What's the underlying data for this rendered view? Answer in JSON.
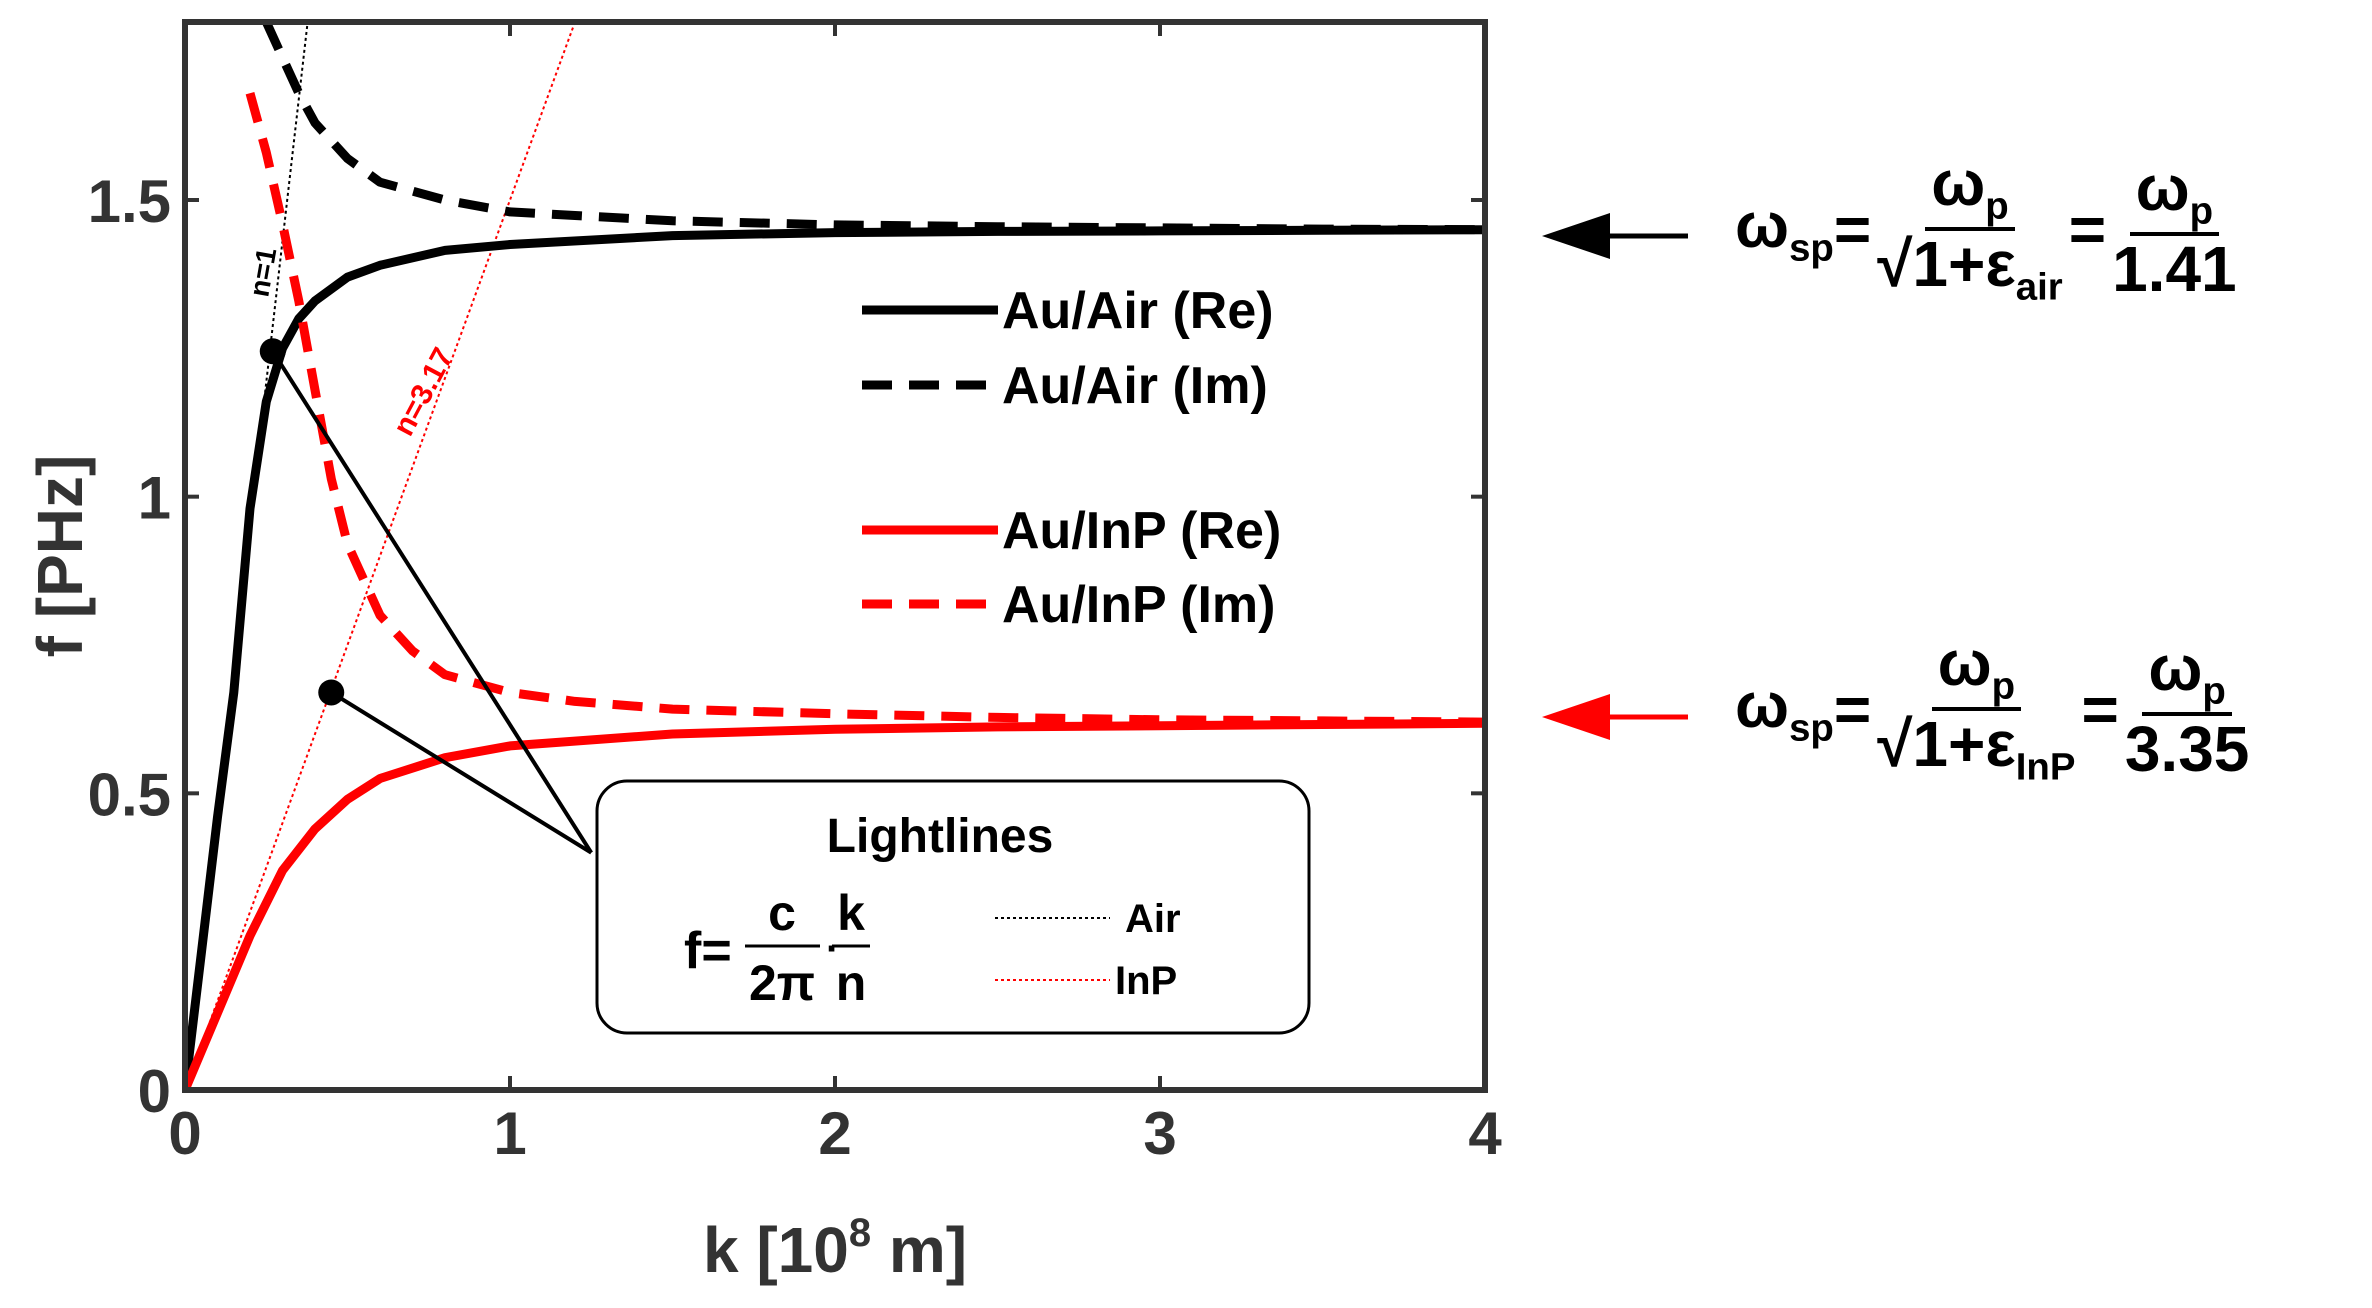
{
  "chart_data": {
    "type": "line",
    "xlabel": "k [10",
    "xlabel_sup": "8",
    "xlabel_end": " m]",
    "ylabel": "f [PHz]",
    "xlim": [
      0,
      4
    ],
    "ylim": [
      0,
      1.8
    ],
    "xticks": [
      0,
      1,
      2,
      3,
      4
    ],
    "yticks": [
      0,
      0.5,
      1,
      1.5
    ],
    "ytick_labels": [
      "0",
      "0.5",
      "1",
      "1.5"
    ],
    "grid": false,
    "legend_position": "center-right",
    "series": [
      {
        "name": "Au/Air (Re)",
        "color": "#000000",
        "style": "solid",
        "x": [
          0,
          0.05,
          0.1,
          0.15,
          0.2,
          0.25,
          0.3,
          0.35,
          0.4,
          0.5,
          0.6,
          0.8,
          1.0,
          1.5,
          2.0,
          2.5,
          3.0,
          3.5,
          4.0
        ],
        "y": [
          0,
          0.23,
          0.46,
          0.67,
          0.98,
          1.16,
          1.25,
          1.3,
          1.33,
          1.37,
          1.39,
          1.415,
          1.425,
          1.44,
          1.445,
          1.447,
          1.448,
          1.449,
          1.45
        ]
      },
      {
        "name": "Au/Air (Im)",
        "color": "#000000",
        "style": "dashed",
        "x": [
          0.25,
          0.3,
          0.35,
          0.4,
          0.5,
          0.6,
          0.8,
          1.0,
          1.5,
          2.0,
          2.5,
          3.0,
          3.5,
          4.0
        ],
        "y": [
          1.8,
          1.74,
          1.68,
          1.63,
          1.57,
          1.53,
          1.5,
          1.48,
          1.465,
          1.458,
          1.455,
          1.453,
          1.451,
          1.45
        ]
      },
      {
        "name": "Au/InP (Re)",
        "color": "#ff0000",
        "style": "solid",
        "x": [
          0,
          0.1,
          0.2,
          0.3,
          0.4,
          0.5,
          0.6,
          0.8,
          1.0,
          1.5,
          2.0,
          2.5,
          3.0,
          3.5,
          4.0
        ],
        "y": [
          0,
          0.13,
          0.26,
          0.37,
          0.44,
          0.49,
          0.525,
          0.56,
          0.58,
          0.6,
          0.608,
          0.612,
          0.614,
          0.616,
          0.618
        ]
      },
      {
        "name": "Au/InP (Im)",
        "color": "#ff0000",
        "style": "dashed",
        "x": [
          0.2,
          0.25,
          0.3,
          0.35,
          0.4,
          0.45,
          0.5,
          0.6,
          0.7,
          0.8,
          1.0,
          1.2,
          1.5,
          2.0,
          2.5,
          3.0,
          3.5,
          4.0
        ],
        "y": [
          1.68,
          1.58,
          1.46,
          1.33,
          1.18,
          1.03,
          0.92,
          0.8,
          0.74,
          0.7,
          0.67,
          0.655,
          0.642,
          0.634,
          0.628,
          0.624,
          0.622,
          0.62
        ]
      }
    ],
    "lightlines": [
      {
        "name": "Air",
        "label": "n=1",
        "n": 1,
        "color": "#000000",
        "slope": 4.77
      },
      {
        "name": "InP",
        "label": "n=3.17",
        "n": 3.17,
        "color": "#ff0000",
        "slope": 1.5
      }
    ],
    "markers": [
      {
        "x": 0.27,
        "y": 1.245,
        "color": "#000000"
      },
      {
        "x": 0.45,
        "y": 0.67,
        "color": "#000000"
      }
    ],
    "callout_target": {
      "x": 1.25,
      "y": 0.4
    },
    "lightlines_box": {
      "title": "Lightlines",
      "formula_lhs": "f=",
      "formula_num1": "c",
      "formula_den1": "2π",
      "formula_dot": "·",
      "formula_num2": "k",
      "formula_den2": "n",
      "legend_air": "Air",
      "legend_inp": "InP"
    }
  },
  "annotations": {
    "air": {
      "lhs": "ω",
      "lhs_sub": "sp",
      "eq": "=",
      "num": "ω",
      "num_sub": "p",
      "den_pre": "√1+ε",
      "den_sub": "air",
      "eq2": "=",
      "num2": "ω",
      "num2_sub": "p",
      "den2": "1.41",
      "arrow_color": "#000000"
    },
    "inp": {
      "lhs": "ω",
      "lhs_sub": "sp",
      "eq": "=",
      "num": "ω",
      "num_sub": "p",
      "den_pre": "√1+ε",
      "den_sub": "InP",
      "eq2": "=",
      "num2": "ω",
      "num2_sub": "p",
      "den2": "3.35",
      "arrow_color": "#ff0000"
    }
  }
}
